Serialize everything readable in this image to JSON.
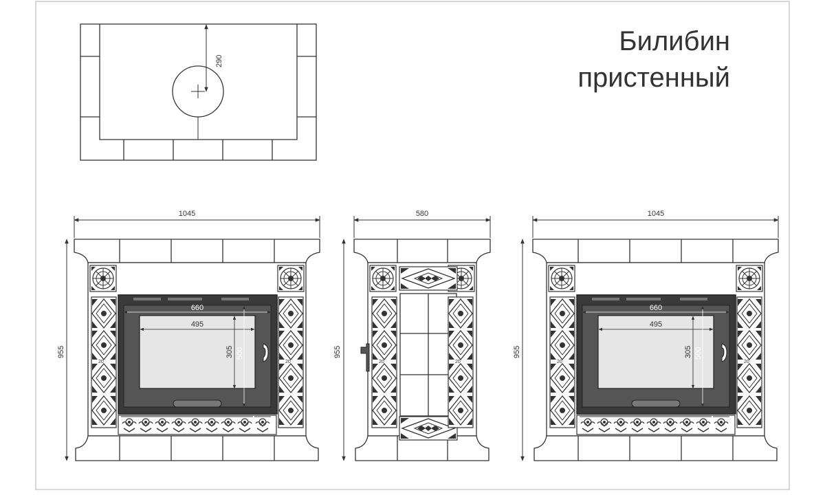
{
  "title": {
    "line1": "Билибин",
    "line2": "пристенный"
  },
  "top_view": {
    "depth_dim": "290"
  },
  "front_view": {
    "width_dim": "1045",
    "height_dim": "955",
    "firebox_width_dim": "660",
    "glass_width_dim": "495",
    "glass_height_dim": "305",
    "firebox_height_dim": "500"
  },
  "side_view": {
    "width_dim": "580",
    "height_dim": "955"
  },
  "front_view_right": {
    "width_dim": "1045",
    "height_dim": "955",
    "firebox_width_dim": "660",
    "glass_width_dim": "495",
    "glass_height_dim": "305",
    "firebox_height_dim": "500"
  },
  "colors": {
    "line": "#333333",
    "firebox_frame": "#3a3a3a",
    "glass": "#e6e6e6",
    "border": "#bdbdbd"
  }
}
